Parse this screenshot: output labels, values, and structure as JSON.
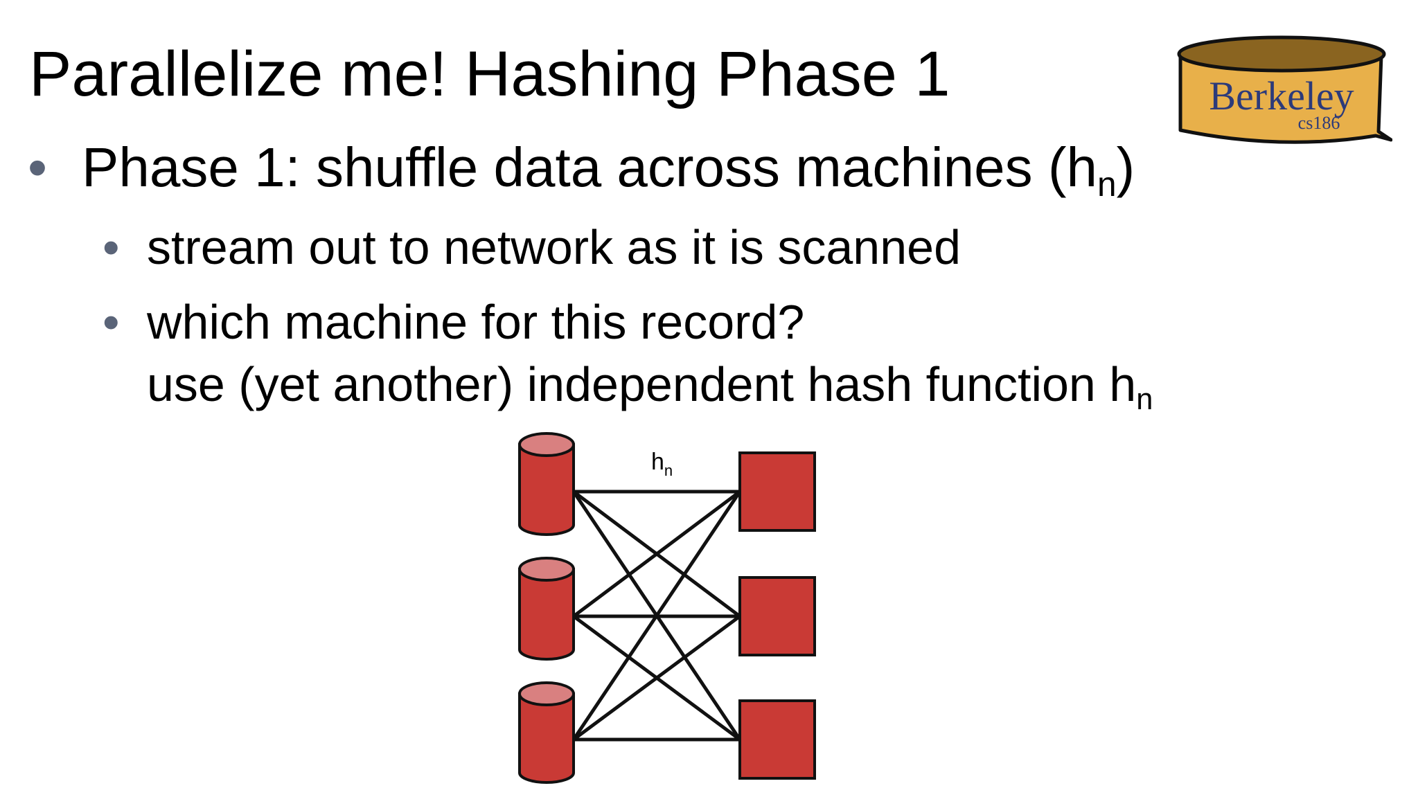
{
  "slide": {
    "title": "Parallelize me!  Hashing Phase 1",
    "bullets": [
      {
        "text": "Phase 1: shuffle data across machines (h",
        "sub": "n",
        "after": ")"
      },
      {
        "text": "stream out to network as it is scanned"
      },
      {
        "text": "which machine for this record?",
        "line2": "use (yet another) independent hash function h",
        "line2_sub": "n"
      }
    ],
    "bullet_glyph": "•"
  },
  "logo": {
    "name": "Berkeley",
    "course": "cs186",
    "colors": {
      "body": "#E8B04A",
      "lid": "#8A6420",
      "text": "#2C3A7A"
    }
  },
  "diagram": {
    "edge_label": "h",
    "edge_label_sub": "n",
    "disks": 3,
    "machines": 3,
    "colors": {
      "fill": "#C93A35",
      "disk_top": "#D98080",
      "stroke": "#111111"
    }
  }
}
